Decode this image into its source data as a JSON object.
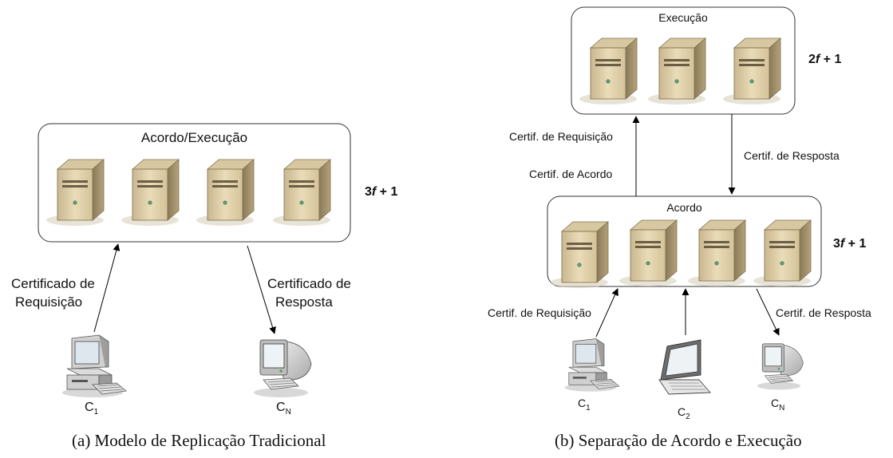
{
  "left": {
    "box_title": "Acordo/Execução",
    "replicas": "3f + 1",
    "replicas_pre": "3",
    "replicas_var": "f",
    "replicas_post": " + 1",
    "request_label_1": "Certificado de",
    "request_label_2": "Requisição",
    "response_label_1": "Certificado de",
    "response_label_2": "Resposta",
    "client1": "C",
    "client1_sub": "1",
    "clientN": "C",
    "clientN_sub": "N",
    "caption": "(a)  Modelo de Replicação Tradicional"
  },
  "right": {
    "exec_title": "Execução",
    "exec_replicas_pre": "2",
    "exec_replicas_var": "f",
    "exec_replicas_post": " + 1",
    "agree_title": "Acordo",
    "agree_replicas_pre": "3",
    "agree_replicas_var": "f",
    "agree_replicas_post": " + 1",
    "up_label_1": "Certif. de Requisição",
    "up_label_2": "Certif. de Acordo",
    "down_label": "Certif. de Resposta",
    "client_req_label": "Certif. de Requisição",
    "client_resp_label": "Certif. de Resposta",
    "client1": "C",
    "client1_sub": "1",
    "client2": "C",
    "client2_sub": "2",
    "clientN": "C",
    "clientN_sub": "N",
    "caption": "(b)  Separação de Acordo e Execução"
  }
}
